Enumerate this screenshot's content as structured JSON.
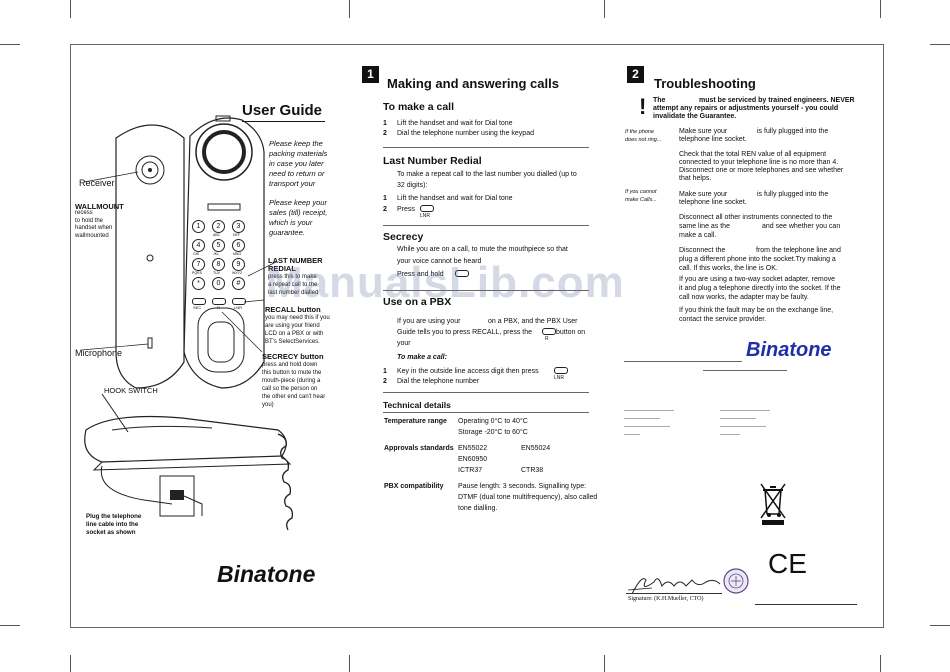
{
  "watermark": "ManualsLib.com",
  "page1": {
    "title": "User Guide",
    "keep_note": [
      "Please keep the",
      "packing materials",
      "in case you later",
      "need to return or",
      "transport your"
    ],
    "receipt_note": [
      "Please keep your",
      "sales (till) receipt,",
      "which is your",
      "guarantee."
    ],
    "receiver_label": "Receiver",
    "wallmount": {
      "title": "WALLMOUNT",
      "lines": [
        "recess",
        "to hold the",
        "handset when",
        "wallmounted"
      ]
    },
    "last_number": {
      "title": "LAST NUMBER",
      "lines": [
        "REDIAL",
        "press this to make",
        "a repeat call to the",
        "last number dialled"
      ]
    },
    "recall": {
      "title": "RECALL button",
      "lines": [
        "you may need this if you",
        "are using your friend",
        "LCD on a PBX or with",
        "BT's SelectServices."
      ]
    },
    "secrecy": {
      "title": "SECRECY button",
      "lines": [
        "press and hold down",
        "this button to mute the",
        "mouth-piece (during a",
        "call so the person on",
        "the other end can't hear",
        "you)"
      ]
    },
    "microphone_label": "Microphone",
    "hook_switch_label": "HOOK SWITCH",
    "plug_note": [
      "Plug the telephone",
      "line cable into the",
      "socket as shown"
    ],
    "keys": [
      "1",
      "2",
      "3",
      "4",
      "5",
      "6",
      "7",
      "8",
      "9",
      "*",
      "0",
      "#"
    ],
    "key_subs": [
      "",
      "ABC",
      "DEF",
      "GHI",
      "JKL",
      "MNO",
      "PQRS",
      "TUV",
      "WXYZ",
      "",
      "",
      ""
    ],
    "func_keys": [
      "SEC",
      "R",
      "LNR"
    ],
    "logo": "Binatone"
  },
  "page2": {
    "badge": "1",
    "title": "Making and answering calls",
    "make_call": {
      "heading": "To make a call",
      "steps": [
        {
          "n": "1",
          "text": "Lift the handset and wait for Dial tone"
        },
        {
          "n": "2",
          "text": "Dial the telephone number using the keypad"
        }
      ]
    },
    "redial": {
      "heading": "Last Number Redial",
      "intro": [
        "To make a repeat call to the last number you dialled (up to",
        "32 digits):"
      ],
      "steps": [
        {
          "n": "1",
          "text": "Lift the handset and wait for Dial tone"
        },
        {
          "n": "2",
          "text": "Press"
        }
      ],
      "key_label": "LNR"
    },
    "secrecy": {
      "heading": "Secrecy",
      "lines": [
        "While you are on a call, to mute the mouthpiece so that",
        "your voice cannot be heard",
        "Press and hold"
      ]
    },
    "pbx": {
      "heading": "Use on a PBX",
      "lines": [
        "If you are using your",
        "on a PBX, and the PBX User",
        "Guide tells you to press RECALL, press the",
        "button on",
        "your"
      ],
      "key_label": "R",
      "make_call": "To make a call:",
      "steps": [
        {
          "n": "1",
          "text": "Key in the outside line access digit then press"
        },
        {
          "n": "2",
          "text": "Dial the telephone number"
        }
      ],
      "step_key": "LNR"
    },
    "tech": {
      "heading": "Technical details",
      "temp_label": "Temperature range",
      "temp_values": [
        "Operating 0°C to 40°C",
        "Storage -20°C to 60°C"
      ],
      "approvals_label": "Approvals standards",
      "approvals": [
        "EN55022",
        "EN55024",
        "EN60950",
        "ICTR37",
        "CTR38"
      ],
      "pbx_label": "PBX compatibility",
      "pbx_values": [
        "Pause length: 3 seconds. Signalling type:",
        "DTMF (dual tone multifrequency), also called",
        "tone dialling."
      ]
    }
  },
  "page3": {
    "badge": "2",
    "title": "Troubleshooting",
    "warning": [
      "The",
      "must be serviced by trained engineers. NEVER",
      "attempt any repairs or adjustments yourself - you could",
      "invalidate the Guarantee."
    ],
    "warning_mark": "!",
    "case1_label": [
      "If the phone",
      "does not ring..."
    ],
    "case1_lines": [
      "Make sure your",
      "is fully plugged into the",
      "telephone line socket."
    ],
    "ren": [
      "Check that the total REN value of all equipment",
      "connected to your telephone line is no more than 4.",
      "Disconnect one or more telephones and see whether",
      "that helps."
    ],
    "case2_label": [
      "If you cannot",
      "make Calls..."
    ],
    "case2_lines": [
      "Make sure your",
      "is fully plugged into the",
      "telephone line socket."
    ],
    "disconnect": [
      "Disconnect all other instruments connected to the",
      "same line as the",
      "and see whether you can",
      "make a call."
    ],
    "disconnect2": [
      "Disconnect the",
      "from the telephone line and",
      "plug a different phone into the socket.Try making a",
      "call. If this works, the line is OK."
    ],
    "adapter": [
      "If you are using a two-way socket adapter, remove",
      "it and plug a telephone directly into the socket. If the",
      "call now works, the adapter may be faulty."
    ],
    "exchange": [
      "If you think the fault may be on the exchange line,",
      "contact the service provider."
    ],
    "logo": "Binatone",
    "signature_text": "Signature: (K.H.Mueller, CTO)",
    "ce_mark": "CE"
  }
}
